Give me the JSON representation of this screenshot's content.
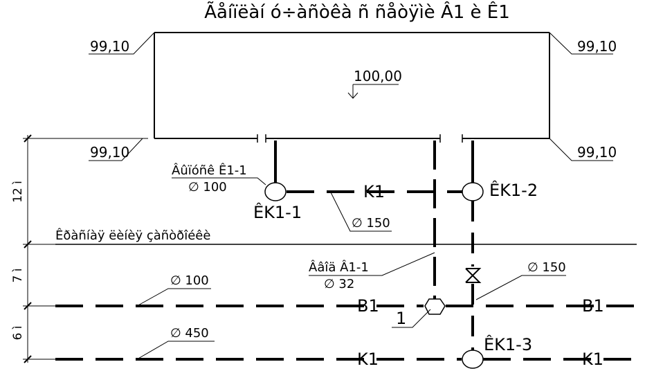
{
  "title": "Ãåíïëàí ó÷àñòêà ñ ñåòÿìè Â1 è Ê1",
  "elevations": {
    "corner_top_left": "99,10",
    "corner_top_right": "99,10",
    "corner_bottom_left": "99,10",
    "corner_bottom_right": "99,10",
    "floor": "100,00"
  },
  "outlet_label": "Âûïóñê Ê1-1",
  "outlet_diameter": "∅ 100",
  "wells": {
    "ek1_1": "ÊK1-1",
    "ek1_2": "ÊK1-2",
    "ek1_3": "ÊK1-3"
  },
  "pipes": {
    "k1_local": "K1",
    "k1_local_diameter": "∅ 150",
    "water_input_label": "Ââîä Â1-1",
    "water_input_diameter": "∅ 32",
    "branch_diameter": "∅ 150",
    "b1_main_diameter": "∅ 100",
    "k1_main_diameter": "∅ 450",
    "b1_left": "B1",
    "b1_right": "B1",
    "k1_main_left": "K1",
    "k1_main_right": "K1",
    "node_number": "1"
  },
  "red_line_label": "Êðàñíàÿ ëèíèÿ çàñòðîéêè",
  "dimensions": {
    "d1": "12 ì",
    "d2": "7 ì",
    "d3": "6 ì"
  }
}
